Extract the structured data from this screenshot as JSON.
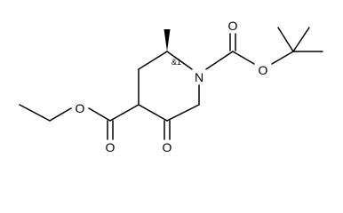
{
  "molecule": {
    "atom_labels": {
      "ring_nitrogen": "N",
      "ester_oxygen_ethyl": "O",
      "ester_carbonyl_oxygen": "O",
      "ketone_oxygen": "O",
      "carbamate_carbonyl_oxygen": "O",
      "carbamate_ester_oxygen": "O"
    },
    "stereo_label": "&1"
  }
}
